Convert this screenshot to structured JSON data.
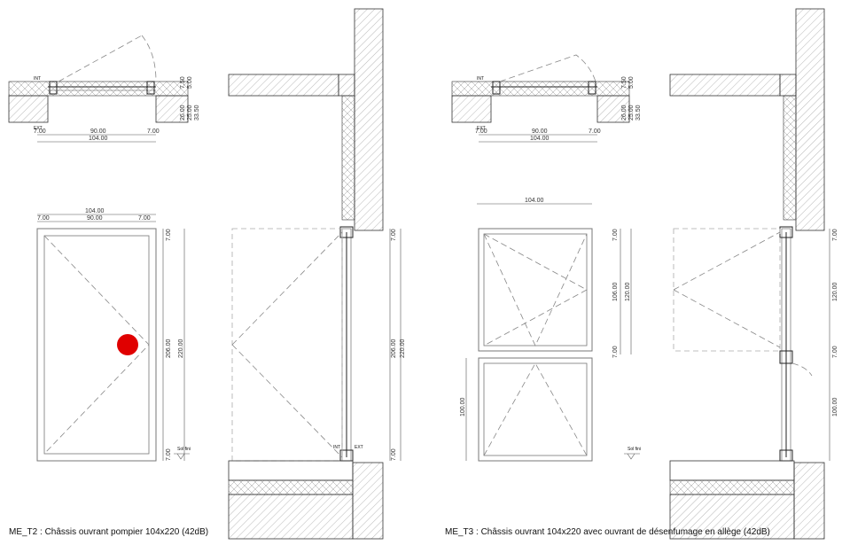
{
  "colors": {
    "marker": "#e00000",
    "line": "#333333",
    "hatch": "#888888"
  },
  "left_sheet": {
    "caption": "ME_T2 : Châssis ouvrant pompier 104x220 (42dB)",
    "plan": {
      "int_label": "INT",
      "ext_label": "EXT",
      "side_dims": [
        "7.50",
        "5.00",
        "26.00",
        "25.00",
        "33.50"
      ],
      "bottom_dims": [
        "7.00",
        "90.00",
        "7.00"
      ],
      "total_dim": "104.00"
    },
    "elevation": {
      "top_total": "104.00",
      "top_dims": [
        "7.00",
        "90.00",
        "7.00"
      ],
      "right_dims": [
        "7.00",
        "206.00",
        "220.00",
        "7.00"
      ],
      "floor_label": "Sol fini"
    },
    "section": {
      "right_dims": [
        "7.00",
        "206.00",
        "220.00",
        "7.00"
      ],
      "int_label": "INT",
      "ext_label": "EXT"
    }
  },
  "right_sheet": {
    "caption": "ME_T3 : Châssis ouvrant 104x220 avec ouvrant de désenfumage en allège (42dB)",
    "plan": {
      "int_label": "INT",
      "ext_label": "EXT",
      "side_dims": [
        "7.50",
        "5.00",
        "26.00",
        "25.00",
        "33.50"
      ],
      "bottom_dims": [
        "7.00",
        "90.00",
        "7.00"
      ],
      "total_dim": "104.00"
    },
    "elevation": {
      "top_total": "104.00",
      "right_dims": [
        "7.00",
        "106.00",
        "120.00",
        "7.00"
      ],
      "left_dim": "100.00",
      "floor_label": "Sol fini"
    },
    "section": {
      "right_dims": [
        "7.00",
        "120.00",
        "7.00",
        "100.00"
      ]
    }
  }
}
